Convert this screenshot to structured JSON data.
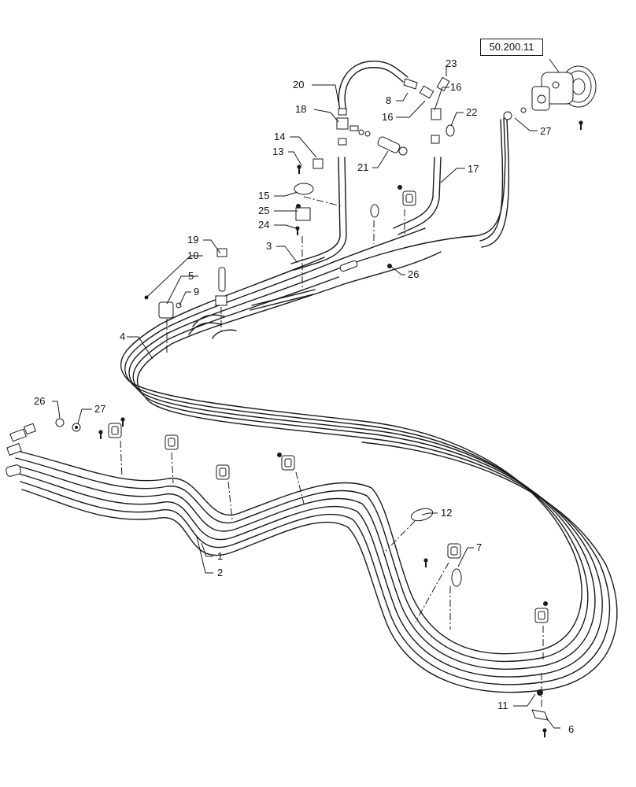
{
  "reference_box": "50.200.11",
  "callouts": {
    "c1": "1",
    "c2": "2",
    "c3": "3",
    "c4": "4",
    "c5": "5",
    "c6": "6",
    "c7": "7",
    "c8": "8",
    "c9": "9",
    "c10": "10",
    "c11": "11",
    "c12": "12",
    "c13": "13",
    "c14": "14",
    "c15": "15",
    "c16a": "16",
    "c16b": "16",
    "c17": "17",
    "c18": "18",
    "c19": "19",
    "c20": "20",
    "c21": "21",
    "c22": "22",
    "c23": "23",
    "c24": "24",
    "c25": "25",
    "c26a": "26",
    "c26b": "26",
    "c27a": "27",
    "c27b": "27"
  }
}
